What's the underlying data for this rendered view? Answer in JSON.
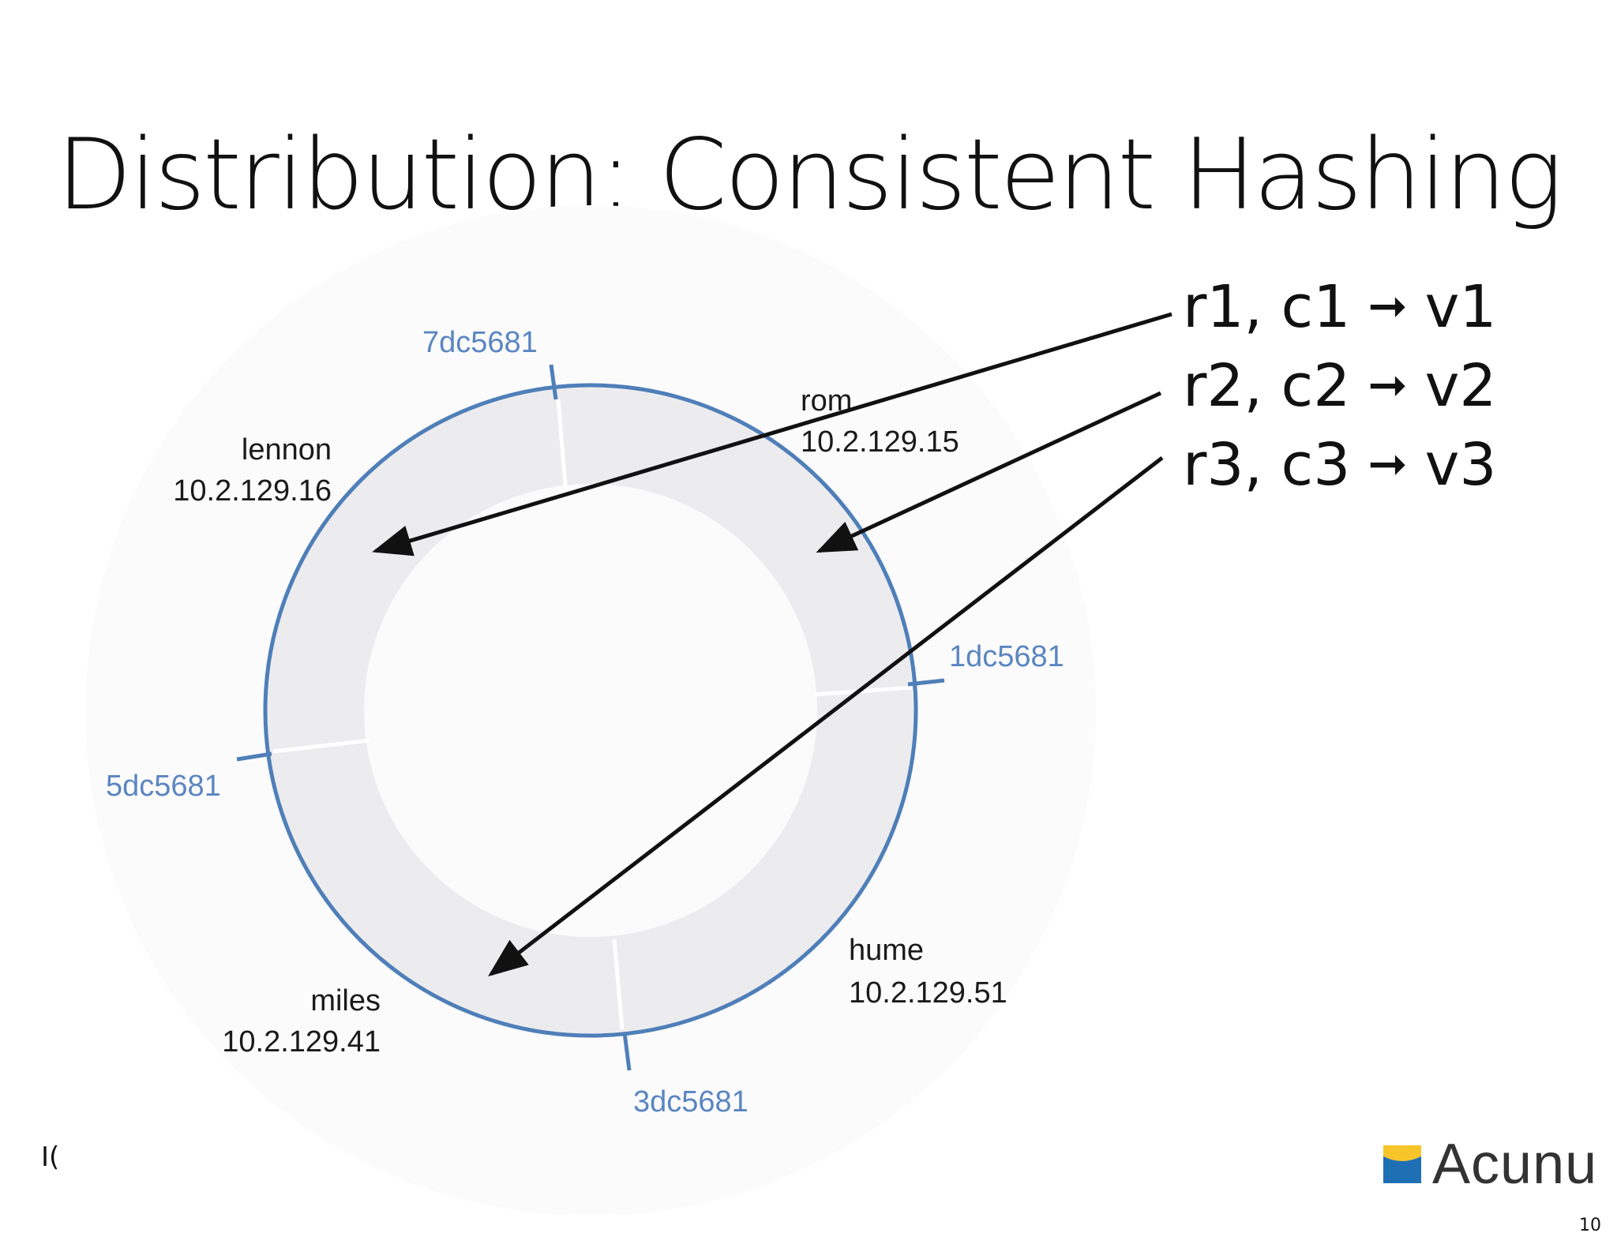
{
  "slide": {
    "title": "Distribution: Consistent Hashing",
    "footer_left": "I(",
    "logo_text": "Acunu",
    "page_number": "10"
  },
  "mappings": [
    {
      "key": "r1, c1",
      "arrow": "➞",
      "value": "v1"
    },
    {
      "key": "r2, c2",
      "arrow": "➞",
      "value": "v2"
    },
    {
      "key": "r3, c3",
      "arrow": "➞",
      "value": "v3"
    }
  ],
  "ring": {
    "tokens": [
      "7dc5681",
      "1dc5681",
      "3dc5681",
      "5dc5681"
    ],
    "nodes": [
      {
        "name": "lennon",
        "ip": "10.2.129.16"
      },
      {
        "name": "rom",
        "ip": "10.2.129.15"
      },
      {
        "name": "hume",
        "ip": "10.2.129.51"
      },
      {
        "name": "miles",
        "ip": "10.2.129.41"
      }
    ]
  },
  "colors": {
    "ring_outline": "#4f7fb8",
    "ring_fill": "#ececef",
    "token_text": "#5b86c0",
    "arrow": "#111111",
    "logo_blue": "#1f6fb5",
    "logo_yellow": "#f7c52a"
  }
}
